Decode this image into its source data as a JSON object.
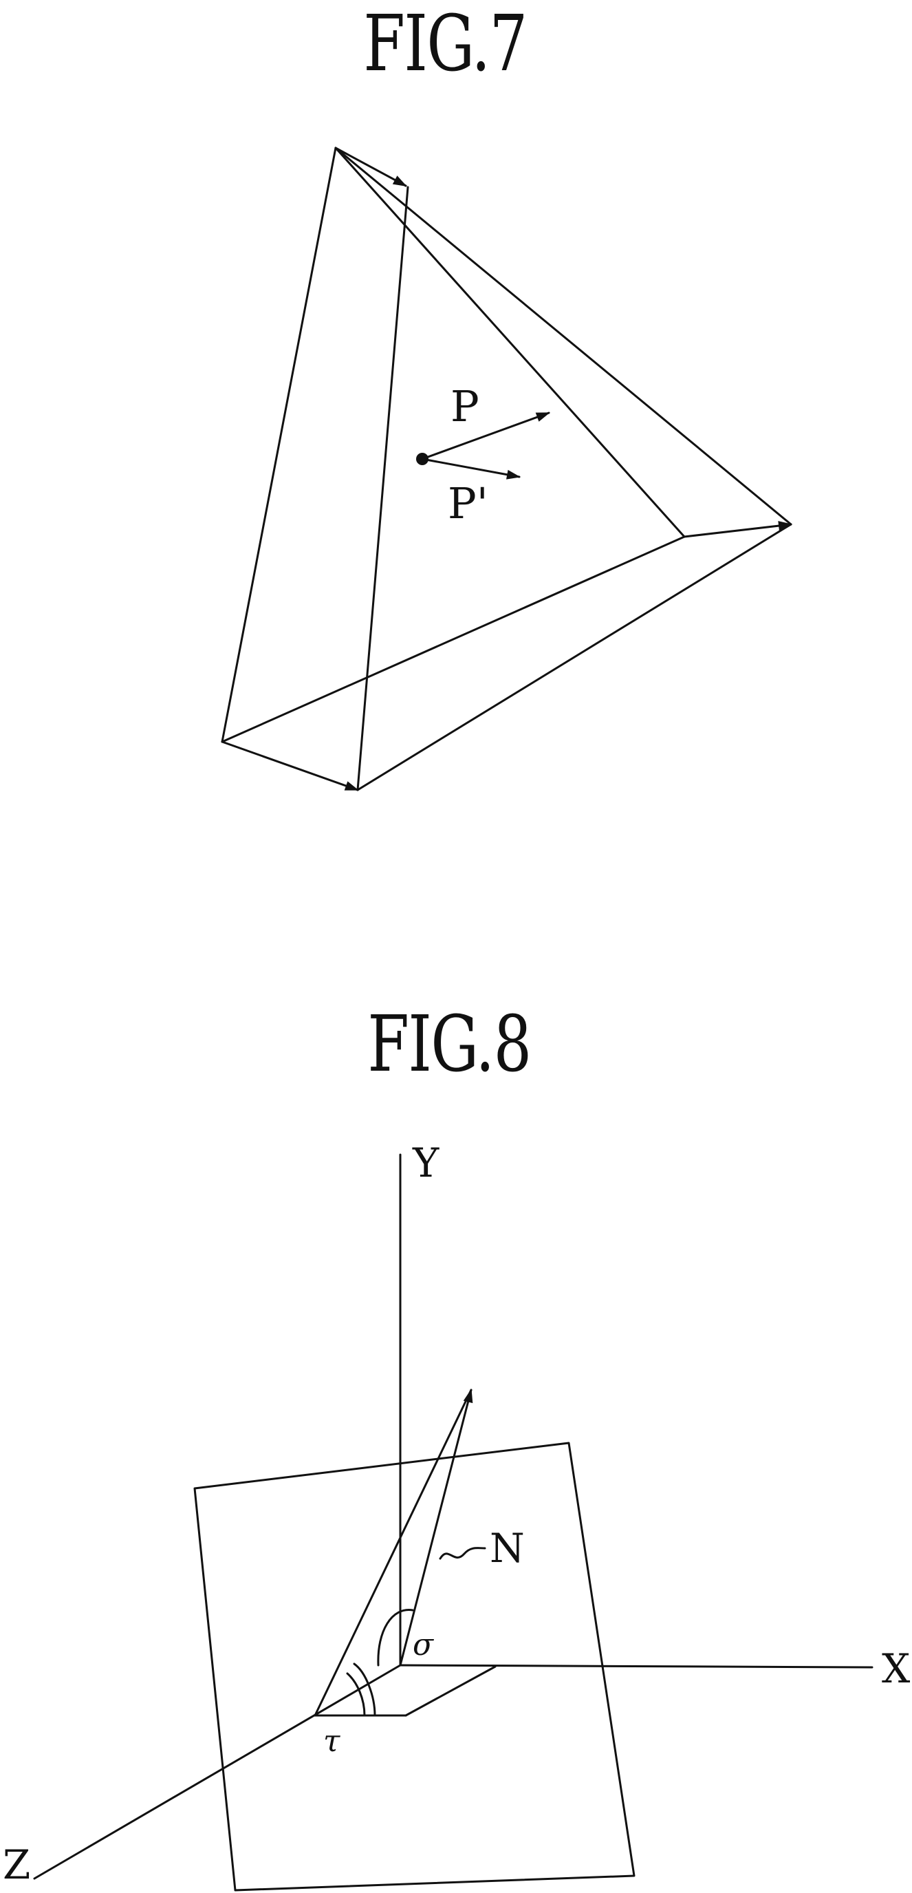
{
  "figures": {
    "fig7": {
      "title": "FIG.7",
      "labels": {
        "p": "P",
        "p_prime": "P'"
      }
    },
    "fig8": {
      "title": "FIG.8",
      "labels": {
        "x": "X",
        "y": "Y",
        "z": "Z",
        "n": "N",
        "sigma": "σ",
        "tau": "τ"
      }
    }
  }
}
